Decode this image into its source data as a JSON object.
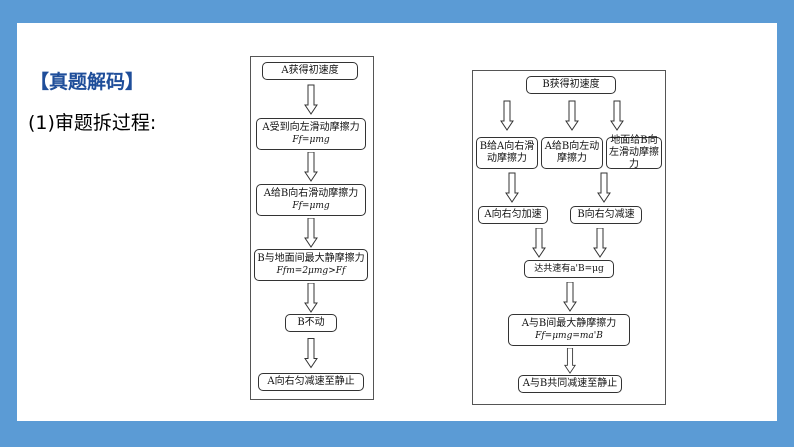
{
  "heading": "【真题解码】",
  "subheading": "(1)审题拆过程:",
  "left_flow": [
    {
      "text": "A获得初速度",
      "formula": ""
    },
    {
      "text": "A受到向左滑动摩擦力",
      "formula": "Ff=μmg"
    },
    {
      "text": "A给B向右滑动摩擦力",
      "formula": "Ff=μmg"
    },
    {
      "text": "B与地面间最大静摩擦力",
      "formula": "Ffm=2μmg>Ff"
    },
    {
      "text": "B不动",
      "formula": ""
    },
    {
      "text": "A向右匀减速至静止",
      "formula": ""
    }
  ],
  "right_flow": {
    "top": "B获得初速度",
    "branch1": "B给A向右滑动摩擦力",
    "branch2": "A给B向左动摩擦力",
    "branch3": "地面给B向左滑动摩擦力",
    "a_result": "A向右匀加速",
    "b_result": "B向右匀减速",
    "common": "达共速有a'B=μg",
    "max_static": "A与B间最大静摩擦力",
    "max_static_formula": "Ff=μmg=ma'B",
    "final": "A与B共同减速至静止"
  }
}
